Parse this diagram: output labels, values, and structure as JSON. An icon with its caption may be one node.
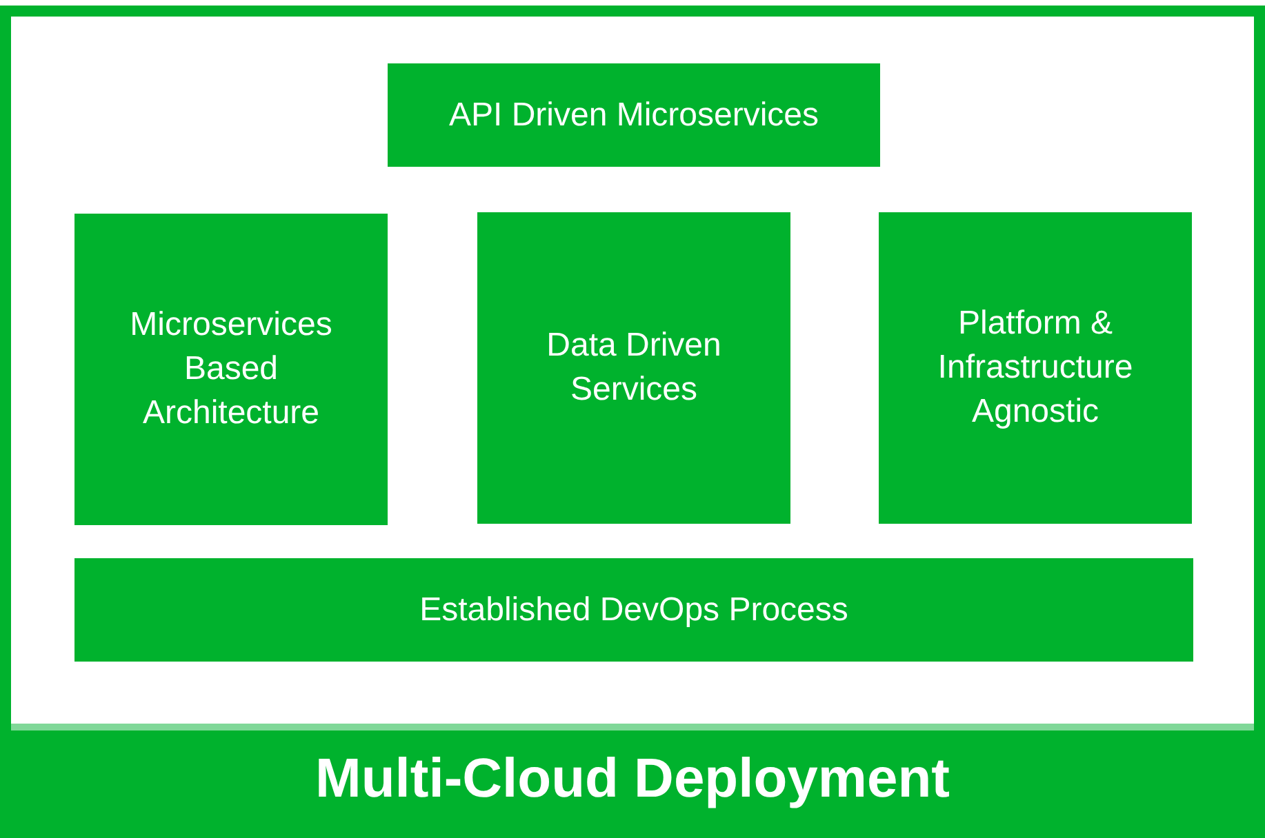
{
  "diagram": {
    "nodes": [
      {
        "text": [
          "Multi-Cloud Deployment"
        ]
      },
      {
        "text": [
          "API Driven Microservices"
        ],
        "in": 0
      },
      {
        "text": [
          "Microservices Based Architecture"
        ],
        "in": 0
      },
      {
        "text": [
          "Data Driven Services"
        ],
        "in": 0
      },
      {
        "text": [
          "Platform & Infrastructure Agnostic"
        ],
        "in": 0
      },
      {
        "text": [
          "Established DevOps Process"
        ],
        "in": 0
      }
    ]
  }
}
